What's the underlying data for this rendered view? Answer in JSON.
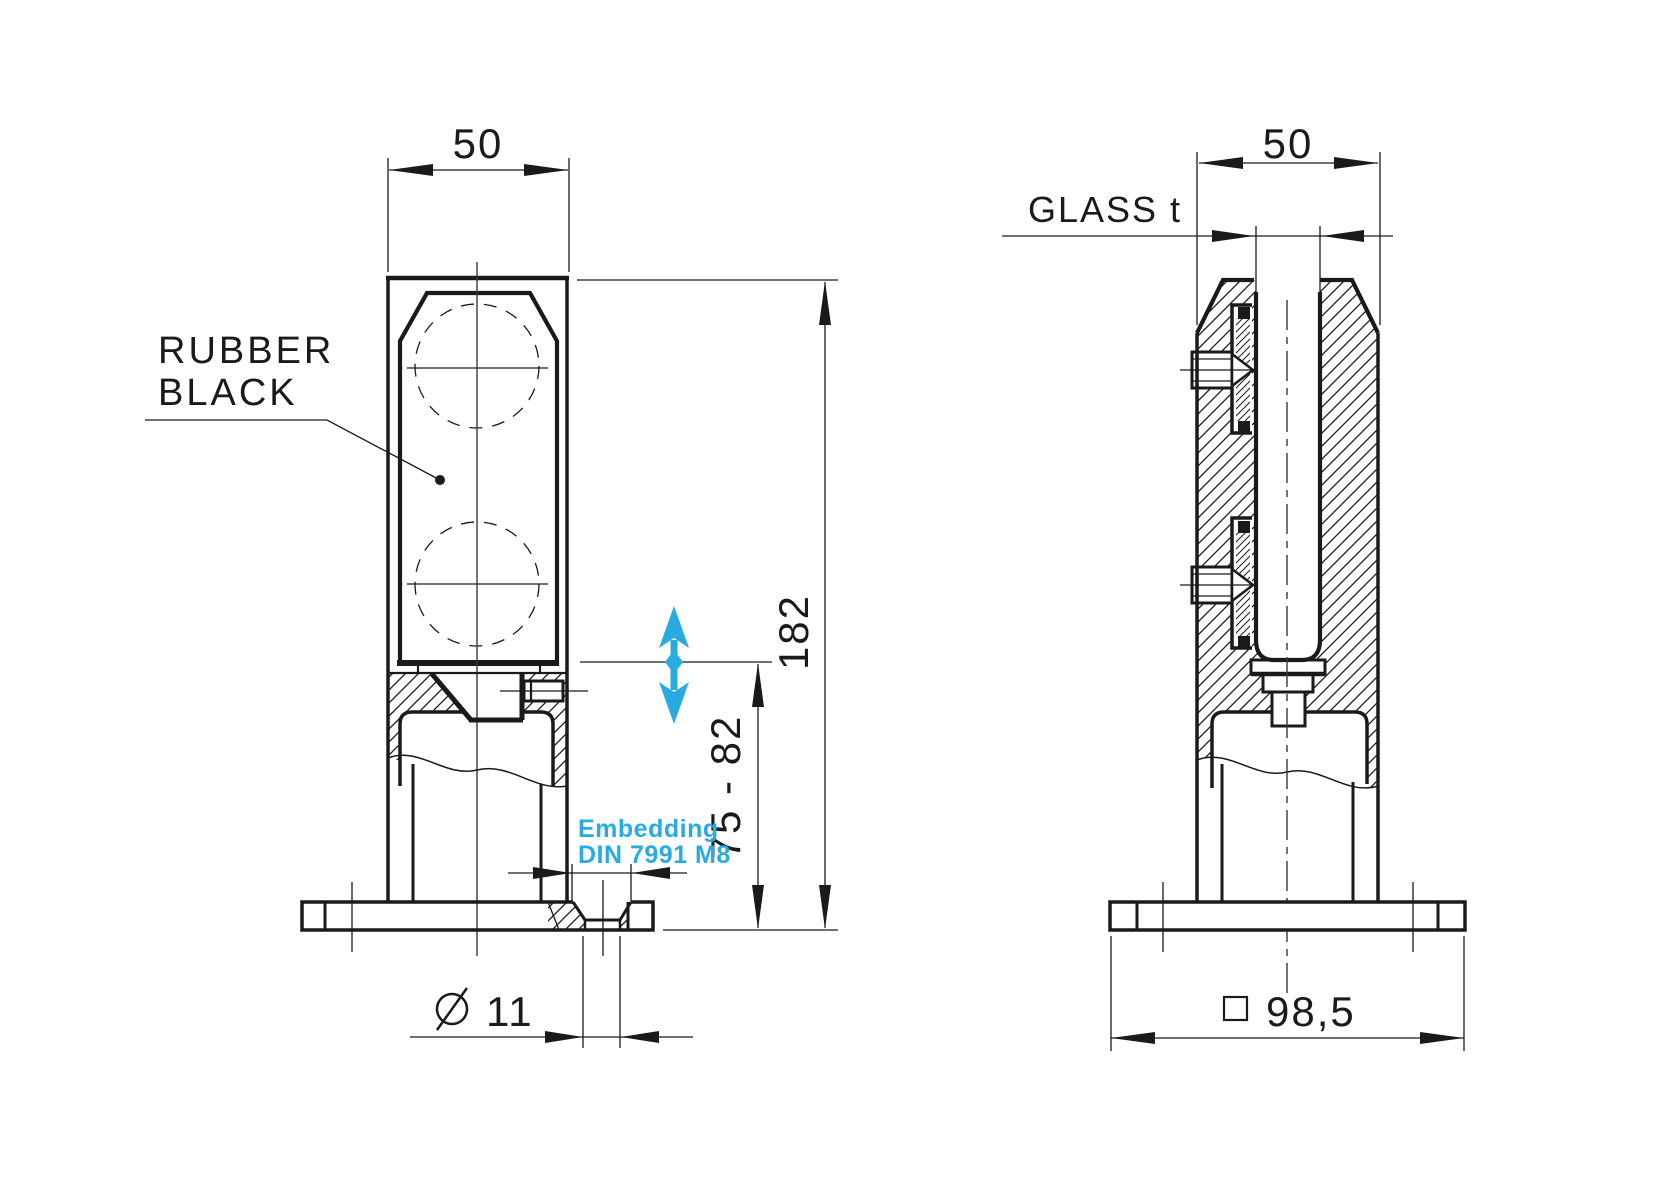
{
  "page": {
    "background": "#ffffff"
  },
  "colors": {
    "line": "#1a1a1a",
    "accent": "#29abe2"
  },
  "front_view": {
    "top_width_dim": "50",
    "material_label": {
      "line1": "RUBBER",
      "line2": "BLACK"
    },
    "overall_height_dim": "182",
    "embedment_range_dim": "75 - 82",
    "embedding_note": {
      "line1": "Embedding",
      "line2": "DIN 7991 M8"
    },
    "base_hole_dim": {
      "symbol": "⌀",
      "value": "11"
    }
  },
  "side_view": {
    "top_width_dim": "50",
    "glass_thickness_label": "GLASS t",
    "base_size_dim": {
      "symbol": "□",
      "value": "98,5"
    }
  }
}
